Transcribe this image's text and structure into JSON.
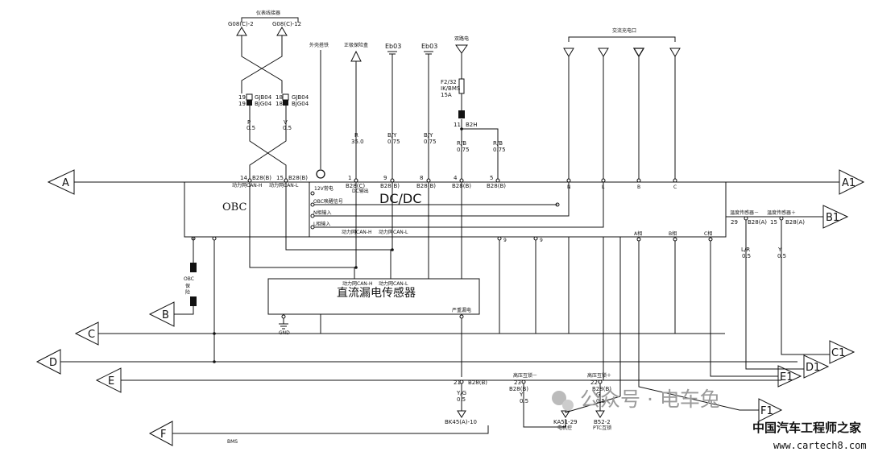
{
  "diagram": {
    "top_labels": {
      "instrument_harness": "仪表线接器",
      "housing_ground": "外壳搭铁",
      "positive_fuse_box": "正极保险盒",
      "eb03_a": "Eb03",
      "eb03_b": "Eb03",
      "dual_circuit": "双路电",
      "ac_charge_port": "交流充电口"
    },
    "g08": [
      "G08(C)-2",
      "G08(C)-12"
    ],
    "gjb": {
      "left_pin": "19",
      "left_pin2": "19",
      "right_pin": "18",
      "right_pin2": "18",
      "code1": "GJB04",
      "code2": "BJG04",
      "code3": "GJB04",
      "code4": "BJG04"
    },
    "wire_labels": {
      "p": "P",
      "p_size": "0.5",
      "v": "V",
      "v_size": "0.5",
      "r": "R",
      "r_size": "35.0",
      "by1": "B/Y",
      "by1_size": "0.75",
      "by2": "B/Y",
      "by2_size": "0.75",
      "rb1": "R/B",
      "rb1_size": "0.75",
      "rb2": "R/B",
      "rb2_size": "0.75",
      "lr": "L/R",
      "lr_size": "0.5",
      "y": "Y",
      "y_size": "0.5",
      "yg": "Y/G",
      "yg_size": "0.5",
      "y2": "Y",
      "y2_size": "0.5",
      "g": "G",
      "g_size": "0.5"
    },
    "fuse": {
      "name": "F2/32",
      "desc": "IK/BMS",
      "rating": "15A",
      "pin": "11",
      "conn": "B2H"
    },
    "pins": {
      "p14": "14",
      "p14c": "B28(B)",
      "can_h": "动力网CAN-H",
      "p15": "15",
      "p15c": "B28(B)",
      "can_l": "动力网CAN-L",
      "p1": "1",
      "p1c": "B28(C)",
      "p1d": "DC输出",
      "p9": "9",
      "p9c": "B28(B)",
      "p8": "8",
      "p8c": "B28(B)",
      "p4": "4",
      "p4c": "B28(B)",
      "p5": "5",
      "p5c": "B28(B)",
      "p29": "29",
      "p29c": "B28(A)",
      "p15b": "15",
      "p15bc": "B28(A)",
      "p21": "21",
      "p21c": "B28(B)",
      "p23": "23",
      "p23c": "B28(B)",
      "p22": "22",
      "p22c": "B28(B)"
    },
    "ac_pins": [
      "N",
      "L",
      "B",
      "C"
    ],
    "inner_pins": [
      "9",
      "9"
    ],
    "modules": {
      "obc": "OBC",
      "dcdc": "DC/DC",
      "leak": "直流漏电传感器",
      "obc_fuse": "OBC保险",
      "gnd": "GND"
    },
    "obc_signals": {
      "v12": "12V常电",
      "wake": "OBC唤醒信号",
      "n_in": "N相输入",
      "l_in": "L相输入",
      "can_h": "动力网CAN-H",
      "can_l": "动力网CAN-L"
    },
    "leak_signals": {
      "can_h": "动力网CAN-H",
      "can_l": "动力网CAN-L",
      "severe": "严重漏电"
    },
    "phase_labels": [
      "A相",
      "B相",
      "C相"
    ],
    "temp": {
      "neg": "温度传感器－",
      "pos": "温度传感器＋"
    },
    "hv_interlock": {
      "neg": "高压互锁－",
      "pos": "高压互锁＋"
    },
    "bottom": {
      "bk45": "BK45(A)-10",
      "ka51": "KA51-29",
      "ka51_sub": "电机控",
      "b52": "B52-2",
      "b52_sub": "PTC互锁",
      "bms": "BMS"
    },
    "connectors": {
      "a": "A",
      "a1": "A1",
      "b": "B",
      "b1": "B1",
      "c": "C",
      "c1": "C1",
      "d": "D",
      "d1": "D1",
      "e": "E",
      "e1": "E1",
      "f": "F",
      "f1": "F1"
    },
    "watermark": {
      "wechat": "公众号 · 电车兔",
      "site_cn": "中国汽车工程师之家",
      "site_url": "www.cartech8.com"
    }
  }
}
